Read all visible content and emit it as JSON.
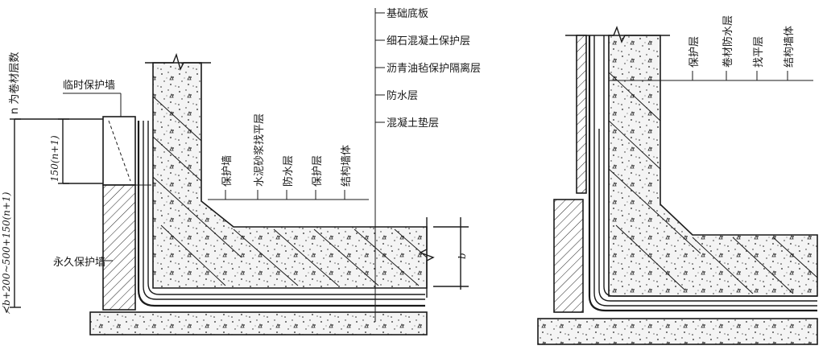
{
  "left_detail": {
    "note_n": "n 为卷材层数",
    "temp_wall": "临时保护墙",
    "perm_wall": "永久保护墙",
    "height_dim": "≮b+200~500+150(n+1)",
    "lap_dim": "150(n+1)",
    "b_dim": "b",
    "base_layers": [
      "基础底板",
      "细石混凝土保护层",
      "沥青油毡保护隔离层",
      "防水层",
      "混凝土垫层"
    ],
    "wall_layers": [
      "保护墙",
      "水泥砂浆找平层",
      "防水层",
      "保护层",
      "结构墙体"
    ]
  },
  "right_detail": {
    "wall_layers": [
      "保护层",
      "卷材防水层",
      "找平层",
      "结构墙体"
    ]
  }
}
